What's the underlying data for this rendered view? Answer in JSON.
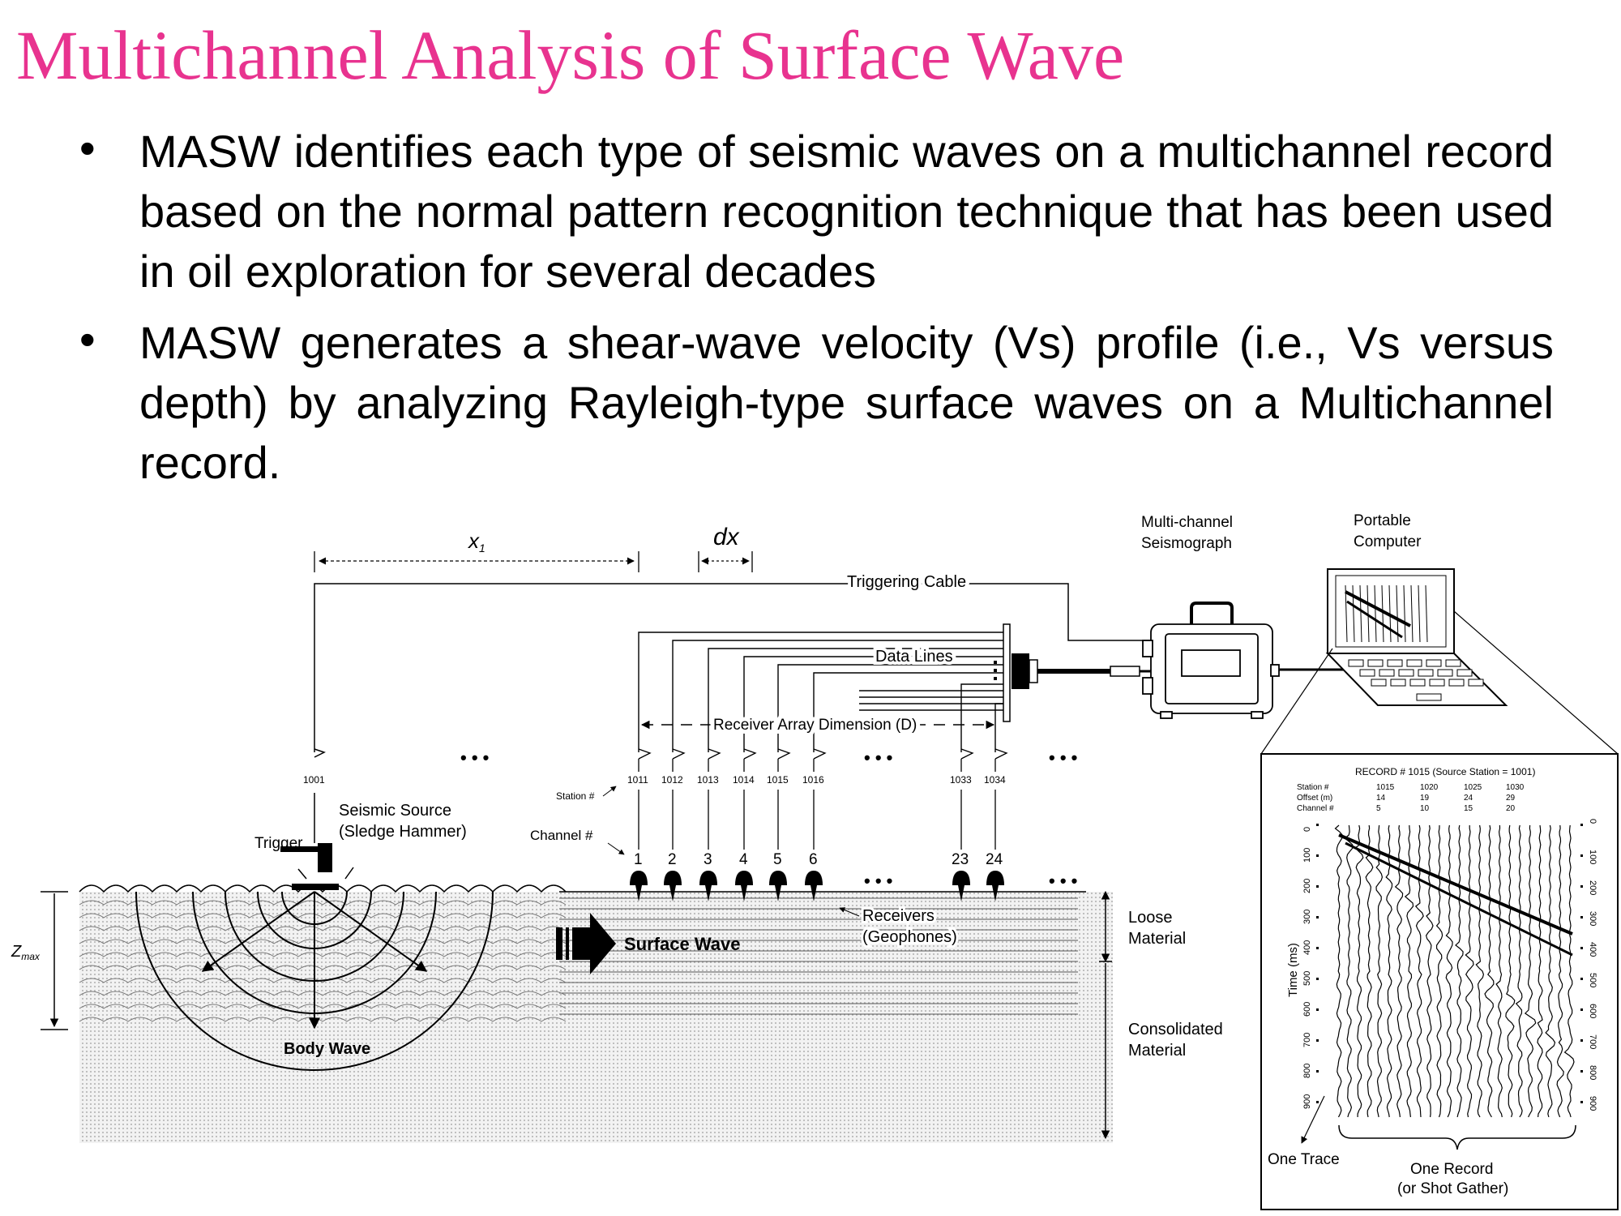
{
  "title": "Multichannel Analysis of Surface Wave",
  "bullets": [
    "MASW identifies each type of seismic waves on a multichannel record based on the normal pattern recognition technique that has been used in oil exploration for several decades",
    "MASW generates a shear-wave velocity (Vs) profile (i.e., Vs versus depth) by analyzing Rayleigh-type surface waves on a Multichannel record."
  ],
  "bullet_symbol": "•",
  "colors": {
    "title": "#e8338f",
    "text": "#000000"
  },
  "diagram": {
    "x1": "x",
    "x1_sub": "1",
    "dx": "dx",
    "multichannel": [
      "Multi-channel",
      "Seismograph"
    ],
    "portable": [
      "Portable",
      "Computer"
    ],
    "triggering_cable": "Triggering Cable",
    "data_lines": "Data Lines",
    "receiver_array": "Receiver Array Dimension (D)",
    "ellipsis": "• • •",
    "station_label": "Station #",
    "channel_label": "Channel #",
    "station_source": "1001",
    "stations": [
      "1011",
      "1012",
      "1013",
      "1014",
      "1015",
      "1016",
      "1033",
      "1034"
    ],
    "channels": [
      "1",
      "2",
      "3",
      "4",
      "5",
      "6",
      "23",
      "24"
    ],
    "seismic_source": [
      "Seismic Source",
      "(Sledge Hammer)"
    ],
    "trigger": "Trigger",
    "zmax": "Z",
    "zmax_sub": "max",
    "surface_wave": "Surface Wave",
    "body_wave": "Body Wave",
    "receivers": [
      "Receivers",
      "(Geophones)"
    ],
    "loose": [
      "Loose",
      "Material"
    ],
    "consolidated": [
      "Consolidated",
      "Material"
    ],
    "record": {
      "title": "RECORD # 1015 (Source Station = 1001)",
      "rows": [
        {
          "label": "Station #",
          "values": [
            "1015",
            "1020",
            "1025",
            "1030"
          ]
        },
        {
          "label": "Offset (m)",
          "values": [
            "14",
            "19",
            "24",
            "29"
          ]
        },
        {
          "label": "Channel #",
          "values": [
            "5",
            "10",
            "15",
            "20"
          ]
        }
      ],
      "time_axis_label": "Time (ms)",
      "time_ticks": [
        "0",
        "100",
        "200",
        "300",
        "400",
        "500",
        "600",
        "700",
        "800",
        "900"
      ],
      "one_trace": "One Trace",
      "one_record": [
        "One Record",
        "(or Shot Gather)"
      ]
    }
  }
}
